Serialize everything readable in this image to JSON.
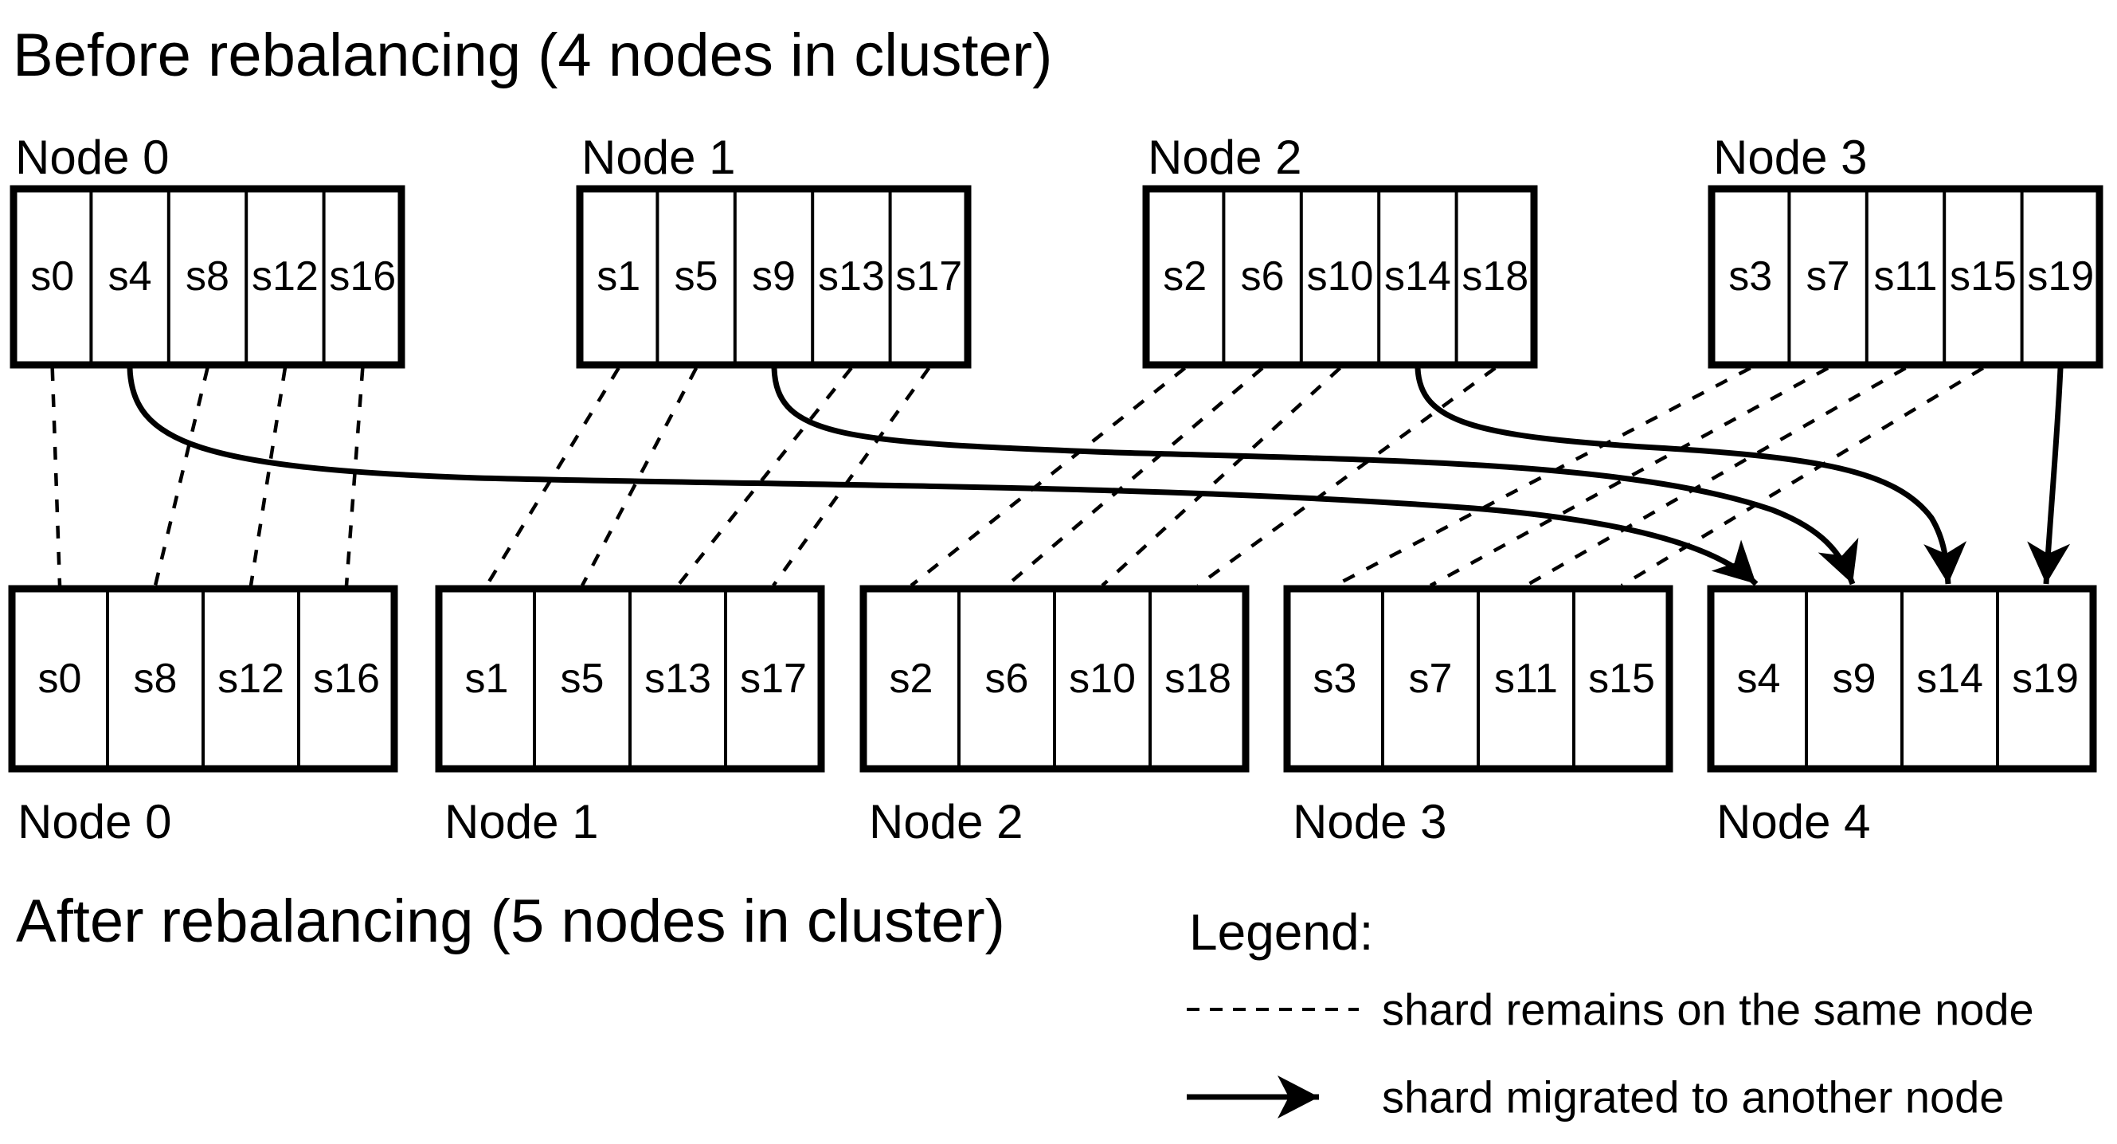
{
  "titles": {
    "before": "Before rebalancing (4 nodes in cluster)",
    "after": "After rebalancing (5 nodes in cluster)"
  },
  "cluster": {
    "before": [
      {
        "label": "Node 0",
        "shards": [
          "s0",
          "s4",
          "s8",
          "s12",
          "s16"
        ]
      },
      {
        "label": "Node 1",
        "shards": [
          "s1",
          "s5",
          "s9",
          "s13",
          "s17"
        ]
      },
      {
        "label": "Node 2",
        "shards": [
          "s2",
          "s6",
          "s10",
          "s14",
          "s18"
        ]
      },
      {
        "label": "Node 3",
        "shards": [
          "s3",
          "s7",
          "s11",
          "s15",
          "s19"
        ]
      }
    ],
    "after": [
      {
        "label": "Node 0",
        "shards": [
          "s0",
          "s8",
          "s12",
          "s16"
        ]
      },
      {
        "label": "Node 1",
        "shards": [
          "s1",
          "s5",
          "s13",
          "s17"
        ]
      },
      {
        "label": "Node 2",
        "shards": [
          "s2",
          "s6",
          "s10",
          "s18"
        ]
      },
      {
        "label": "Node 3",
        "shards": [
          "s3",
          "s7",
          "s11",
          "s15"
        ]
      },
      {
        "label": "Node 4",
        "shards": [
          "s4",
          "s9",
          "s14",
          "s19"
        ]
      }
    ],
    "migrations": [
      {
        "shard": "s4",
        "from": "Node 0",
        "to": "Node 4"
      },
      {
        "shard": "s9",
        "from": "Node 1",
        "to": "Node 4"
      },
      {
        "shard": "s14",
        "from": "Node 2",
        "to": "Node 4"
      },
      {
        "shard": "s19",
        "from": "Node 3",
        "to": "Node 4"
      }
    ]
  },
  "legend": {
    "title": "Legend:",
    "dashed_label": "shard remains on the same node",
    "solid_label": "shard migrated to another node"
  },
  "colors": {
    "ink": "#000000",
    "background": "#ffffff"
  }
}
